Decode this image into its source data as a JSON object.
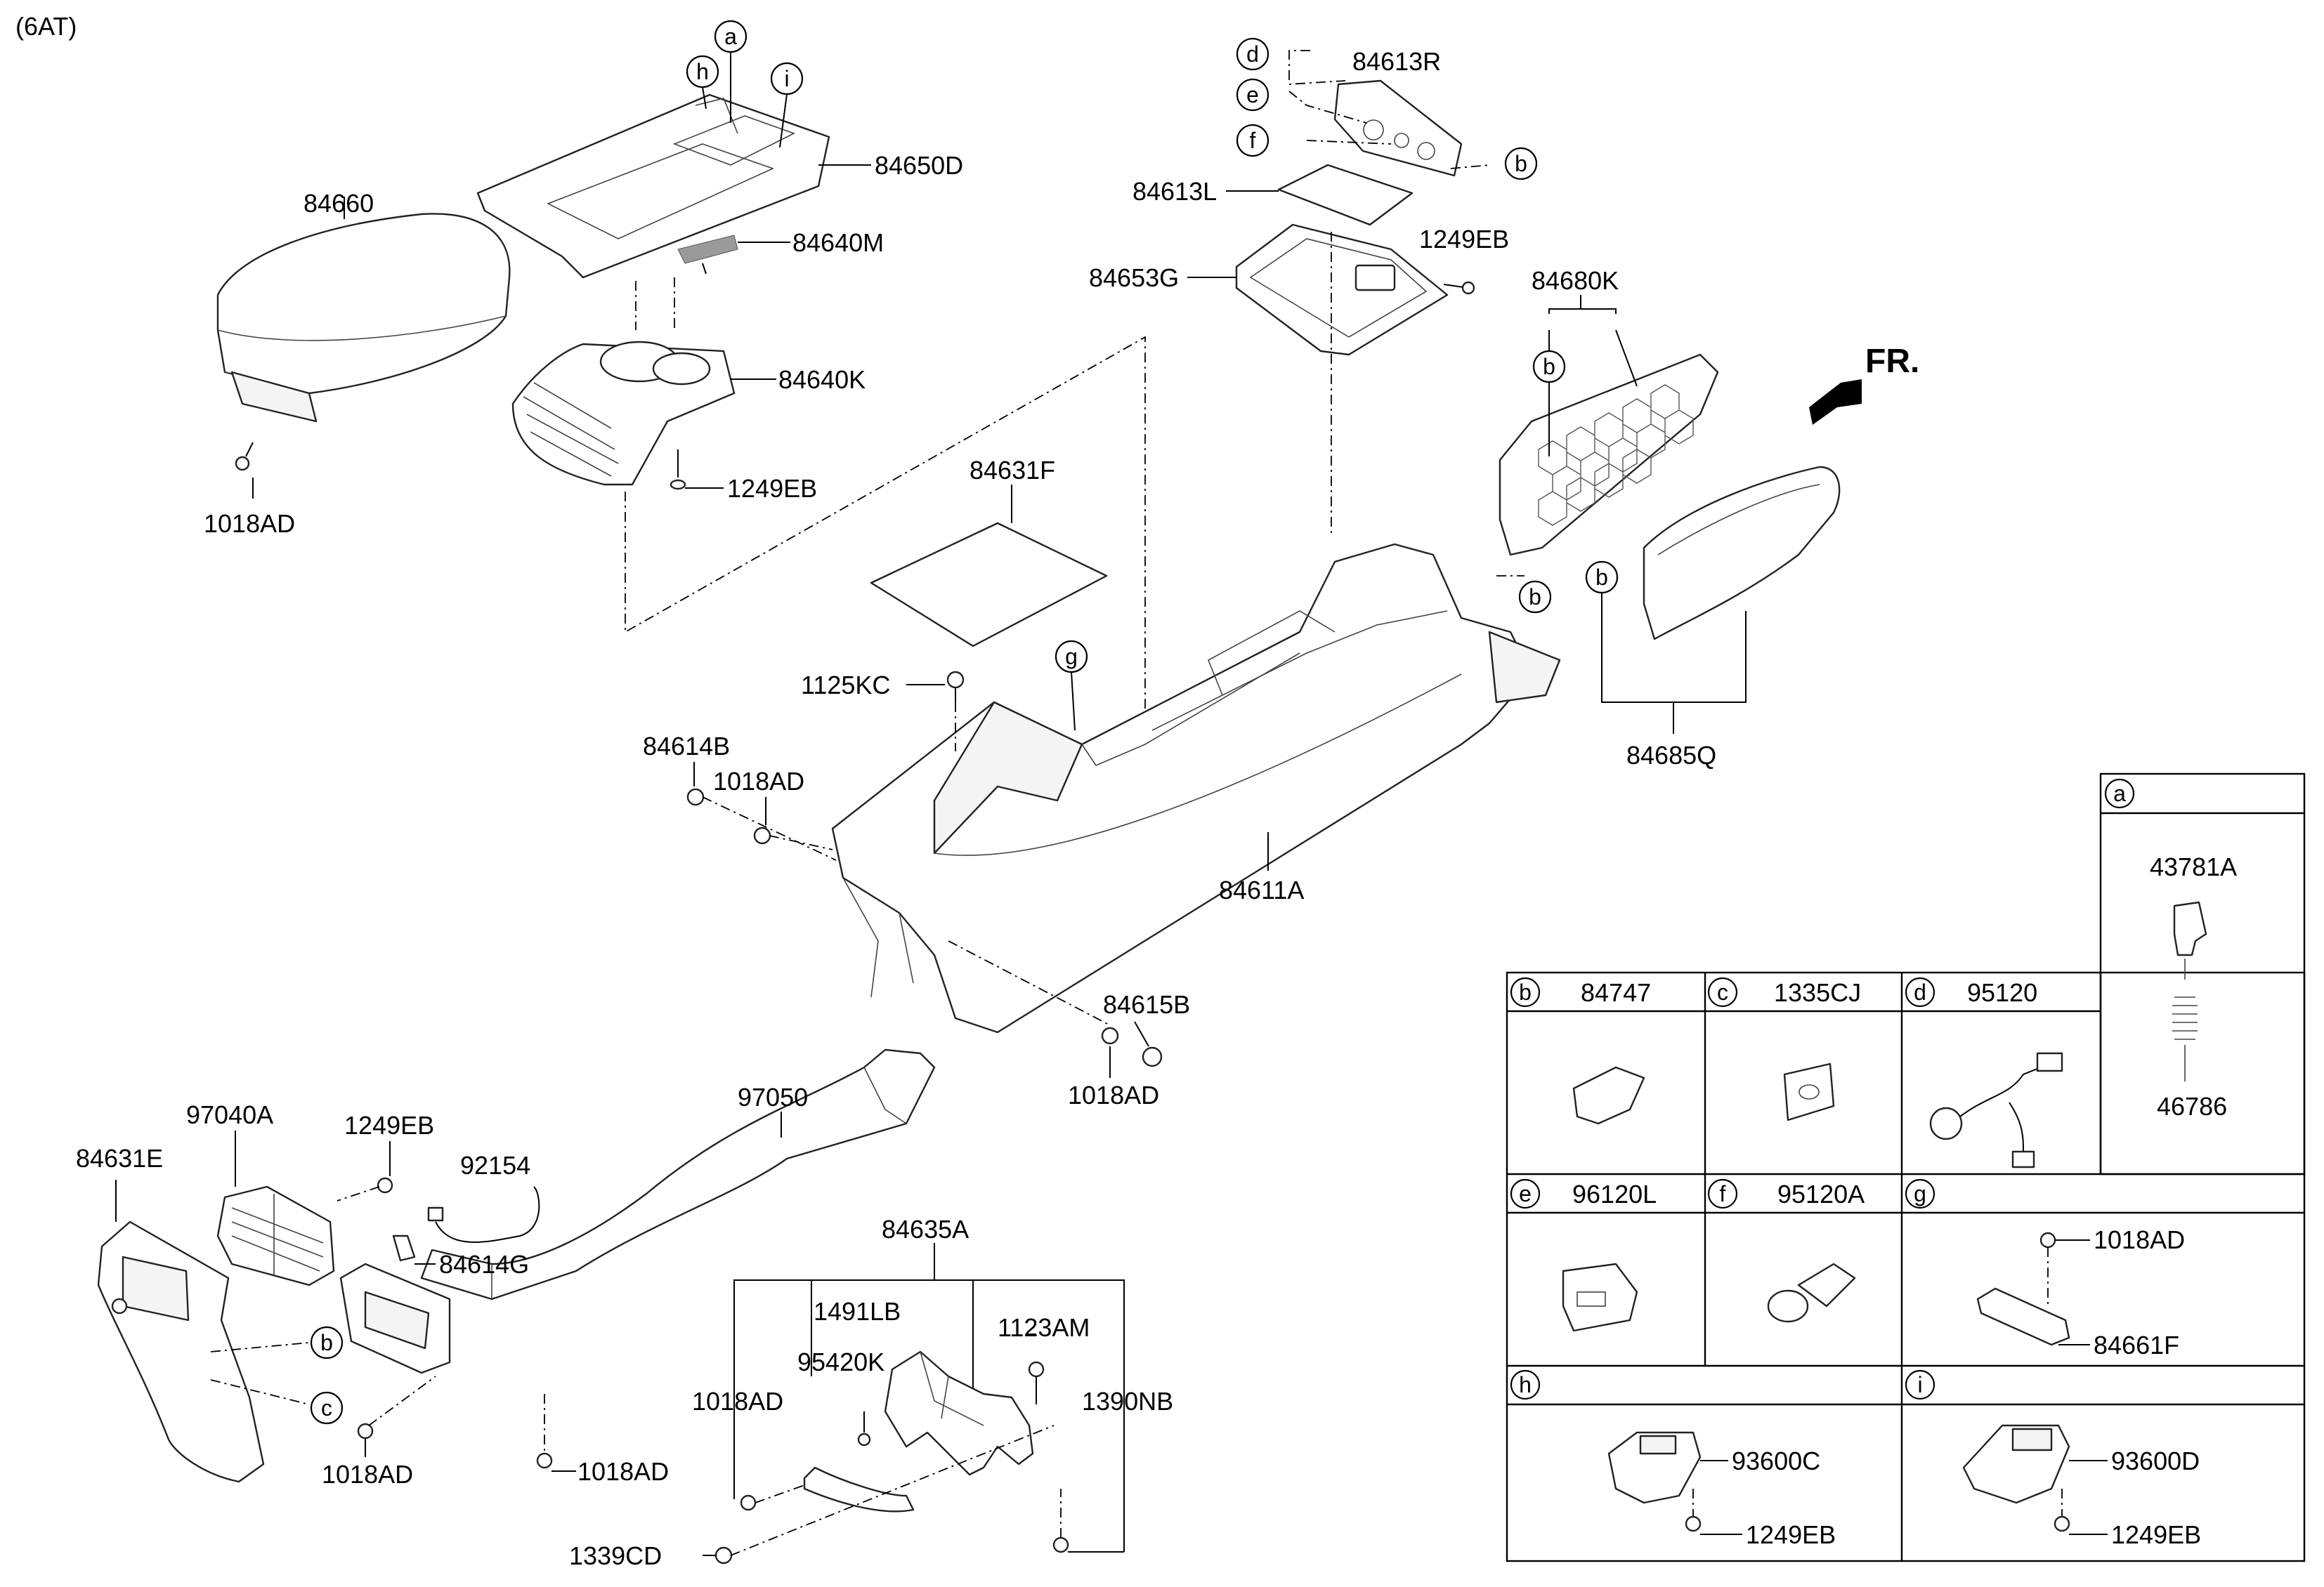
{
  "header": {
    "variant": "(6AT)"
  },
  "orientation": {
    "label": "FR."
  },
  "callouts": {
    "a": "a",
    "b": "b",
    "c": "c",
    "d": "d",
    "e": "e",
    "f": "f",
    "g": "g",
    "h": "h",
    "i": "i"
  },
  "parts": {
    "p84650D": "84650D",
    "p84640M": "84640M",
    "p84660": "84660",
    "p84640K": "84640K",
    "p1249EB_top": "1249EB",
    "p1018AD_armrest": "1018AD",
    "p84613R": "84613R",
    "p84613L": "84613L",
    "p1249EB_tray": "1249EB",
    "p84653G": "84653G",
    "p84680K": "84680K",
    "p84685Q": "84685Q",
    "p84631F": "84631F",
    "p1125KC": "1125KC",
    "p84614B": "84614B",
    "p1018AD_side": "1018AD",
    "p84611A": "84611A",
    "p84615B": "84615B",
    "p1018AD_rear": "1018AD",
    "p97050": "97050",
    "p97040A": "97040A",
    "p1249EB_vent": "1249EB",
    "p84631E": "84631E",
    "p92154": "92154",
    "p84614G": "84614G",
    "p1018AD_lowleft": "1018AD",
    "p1018AD_duct": "1018AD",
    "p84635A": "84635A",
    "p1491LB": "1491LB",
    "p95420K": "95420K",
    "p1123AM": "1123AM",
    "p1018AD_bracket": "1018AD",
    "p1390NB": "1390NB",
    "p1339CD": "1339CD"
  },
  "legend": {
    "a_parts": [
      "43781A",
      "46786"
    ],
    "b_part": "84747",
    "c_part": "1335CJ",
    "d_part": "95120",
    "e_part": "96120L",
    "f_part": "95120A",
    "g_parts": [
      "1018AD",
      "84661F"
    ],
    "h_parts": [
      "93600C",
      "1249EB"
    ],
    "i_parts": [
      "93600D",
      "1249EB"
    ]
  }
}
